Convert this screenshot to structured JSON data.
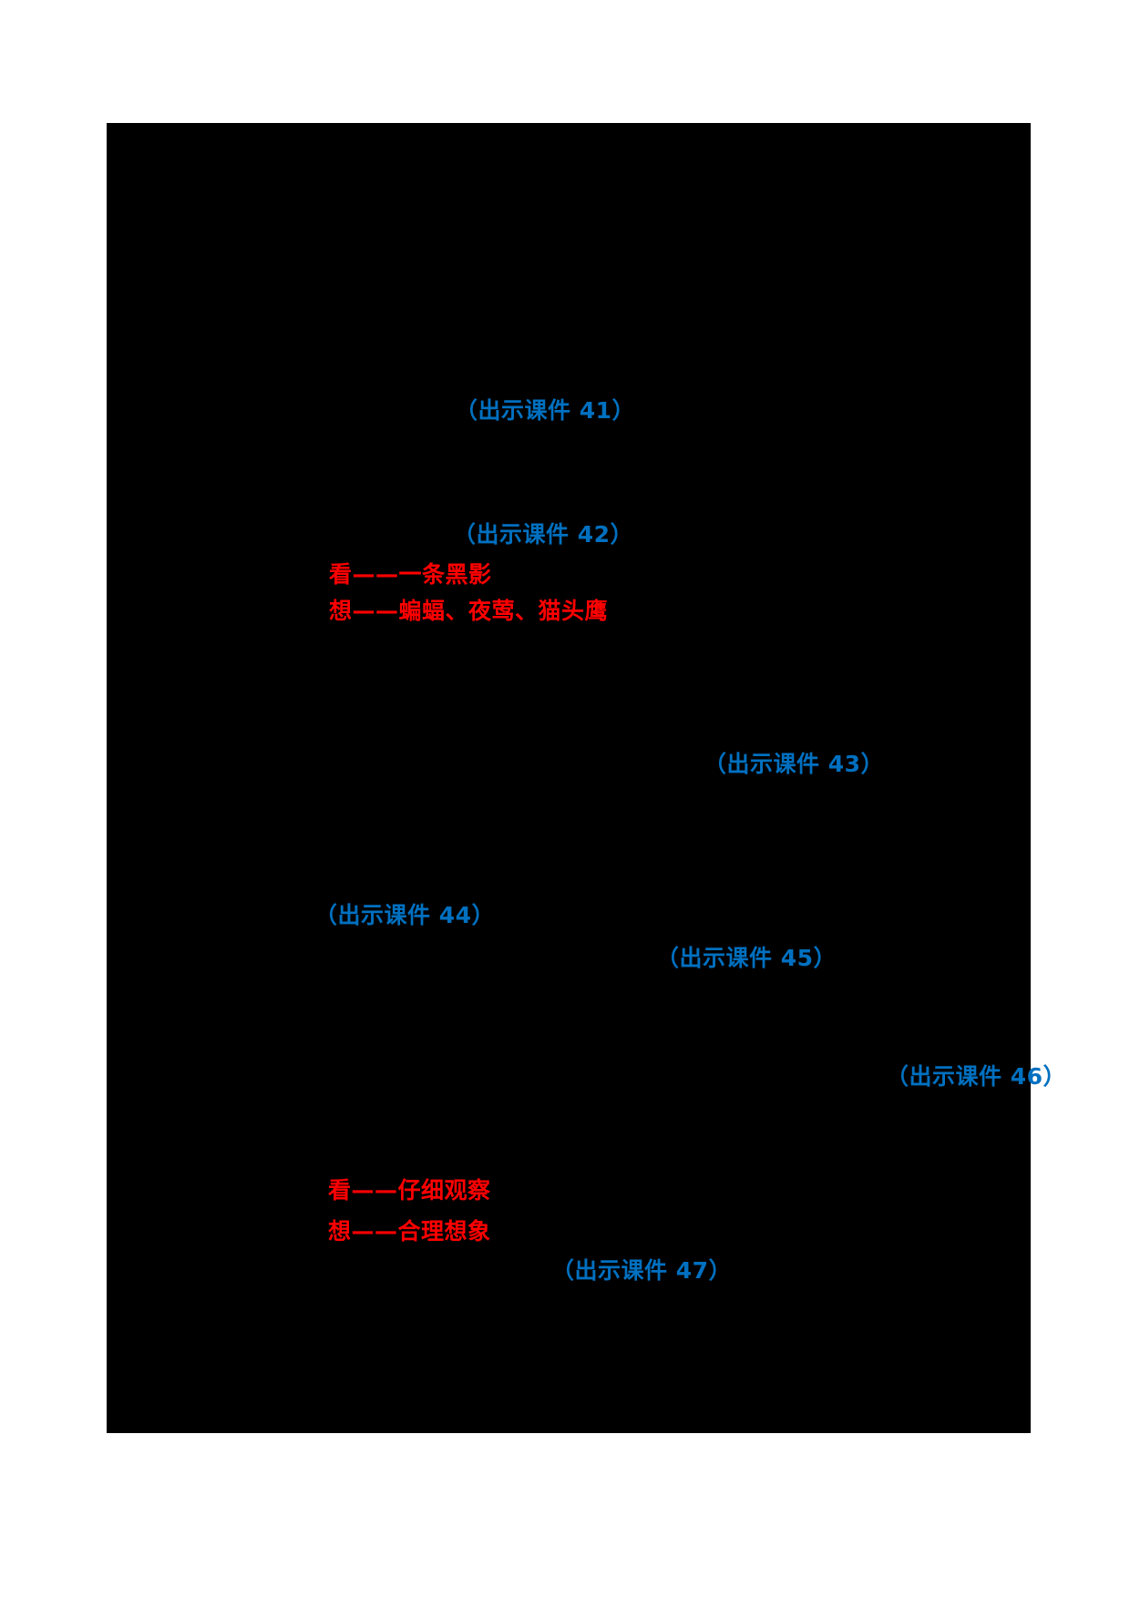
{
  "document": {
    "page_background": "#000000",
    "canvas_background": "#ffffff"
  },
  "colors": {
    "courseware_cue_blue": "#0070C0",
    "board_note_red": "#FF0000"
  },
  "annotations": {
    "cue41": {
      "text": "（出示课件 41）"
    },
    "cue42": {
      "text": "（出示课件 42）"
    },
    "note_look1": {
      "text": "看——一条黑影"
    },
    "note_think1": {
      "text": "想——蝙蝠、夜莺、猫头鹰"
    },
    "cue43": {
      "text": "（出示课件 43）"
    },
    "cue44": {
      "text": "（出示课件 44）"
    },
    "cue45": {
      "text": "（出示课件 45）"
    },
    "cue46": {
      "text": "（出示课件 46）"
    },
    "note_look2": {
      "text": "看——仔细观察"
    },
    "note_think2": {
      "text": "想——合理想象"
    },
    "cue47": {
      "text": "（出示课件 47）"
    }
  }
}
